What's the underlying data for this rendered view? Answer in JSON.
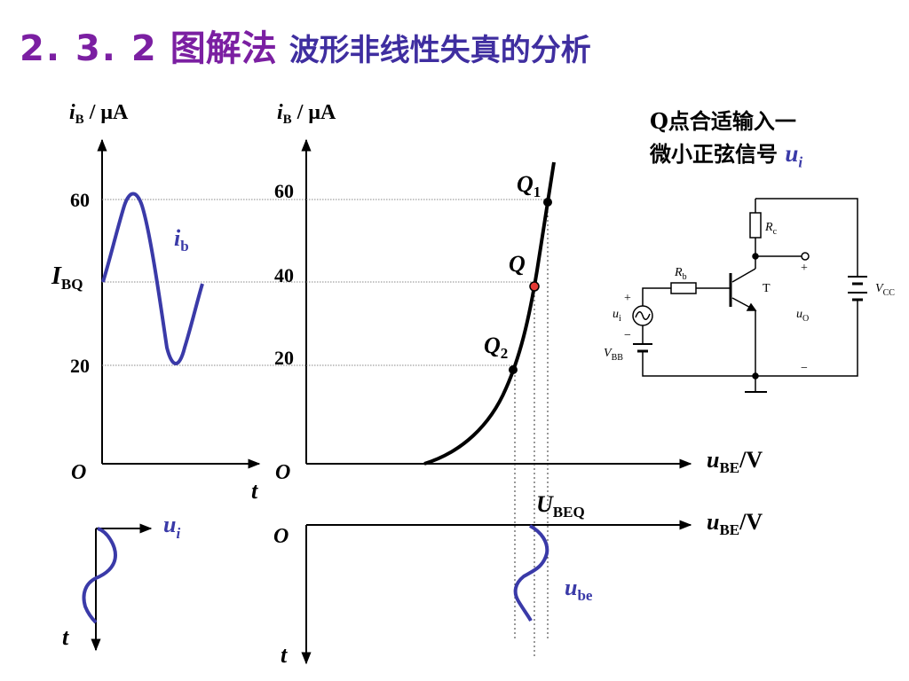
{
  "title": {
    "section_number": "2. 3. 2",
    "main": "图解法",
    "subtitle": "波形非线性失真的分析"
  },
  "note": {
    "line1": "Q点合适输入一",
    "line2": "微小正弦信号",
    "signal_symbol": "u",
    "signal_subscript": "i"
  },
  "left_graph": {
    "y_axis_symbol": "i",
    "y_axis_subscript": "B",
    "y_axis_unit": " / μA",
    "tick_60": "60",
    "tick_20": "20",
    "ibq_symbol": "I",
    "ibq_subscript": "BQ",
    "curve_symbol": "i",
    "curve_subscript": "b",
    "origin": "O",
    "time_label": "t"
  },
  "input_graph": {
    "curve_symbol": "u",
    "curve_subscript": "i",
    "time_label": "t"
  },
  "characteristic_graph": {
    "y_axis_symbol": "i",
    "y_axis_subscript": "B",
    "y_axis_unit": " / μA",
    "tick_60": "60",
    "tick_40": "40",
    "tick_20": "20",
    "origin": "O",
    "x_axis_symbol": "u",
    "x_axis_subscript": "BE",
    "x_axis_unit": "/V",
    "q1_symbol": "Q",
    "q1_subscript": "1",
    "q_symbol": "Q",
    "q2_symbol": "Q",
    "q2_subscript": "2",
    "ubeq_symbol": "U",
    "ubeq_subscript": "BEQ"
  },
  "ube_graph": {
    "origin": "O",
    "x_axis_symbol": "u",
    "x_axis_subscript": "BE",
    "x_axis_unit": "/V",
    "curve_symbol": "u",
    "curve_subscript": "be",
    "time_label": "t"
  },
  "circuit": {
    "rc_symbol": "R",
    "rc_subscript": "c",
    "rb_symbol": "R",
    "rb_subscript": "b",
    "transistor_label": "T",
    "vcc_symbol": "V",
    "vcc_subscript": "CC",
    "ui_symbol": "u",
    "ui_subscript": "i",
    "vbb_symbol": "V",
    "vbb_subscript": "BB",
    "uo_symbol": "u",
    "uo_subscript": "O",
    "plus": "+",
    "minus": "−"
  },
  "colors": {
    "title": "#7b1fa2",
    "subtitle": "#3f2ea0",
    "signal": "#3a3aa8",
    "q_point": "#e53935",
    "axis": "#000000",
    "grid": "#808080"
  }
}
